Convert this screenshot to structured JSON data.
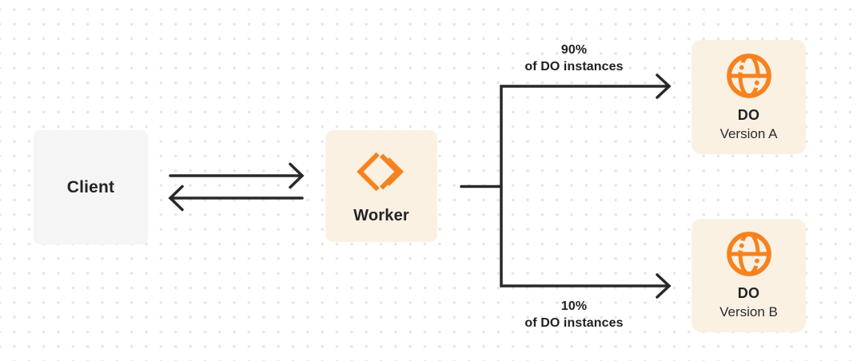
{
  "colors": {
    "accent": "#f6821f",
    "box-cream": "#fbf1e3",
    "box-gray": "#f5f5f6",
    "ink": "#222326",
    "arrow": "#26282b",
    "dot": "#e6e6e6",
    "bg": "#ffffff"
  },
  "nodes": {
    "client": {
      "label": "Client"
    },
    "worker": {
      "label": "Worker",
      "icon": "cloudflare-workers-icon"
    },
    "do_a": {
      "title": "DO",
      "subtitle": "Version A",
      "icon": "durable-object-globe-icon"
    },
    "do_b": {
      "title": "DO",
      "subtitle": "Version B",
      "icon": "durable-object-globe-icon"
    }
  },
  "edges": {
    "client_worker": {
      "style": "bidirectional-arrows"
    },
    "top_branch": {
      "percent": "90%",
      "caption": "of DO instances"
    },
    "bottom_branch": {
      "percent": "10%",
      "caption": "of DO instances"
    }
  }
}
